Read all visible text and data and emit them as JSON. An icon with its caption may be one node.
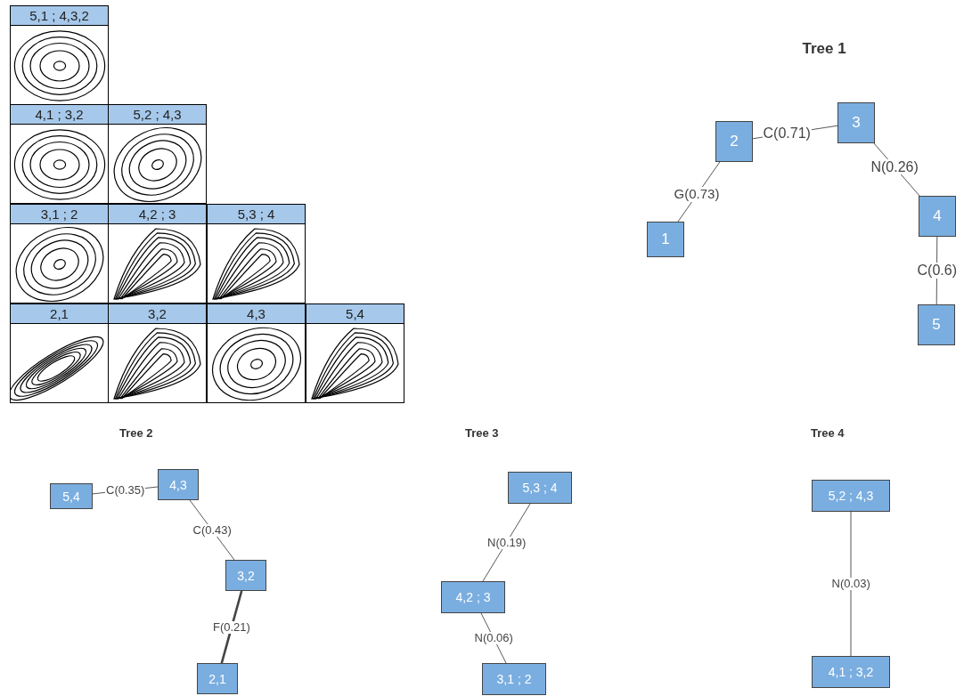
{
  "diagram": {
    "nodes": [
      {
        "text": [
          "5,1 ; 4,3,2"
        ]
      },
      {
        "text": [
          "4,1 ; 3,2"
        ]
      },
      {
        "text": [
          "5,2 ; 4,3"
        ]
      },
      {
        "text": [
          "3,1 ; 2"
        ]
      },
      {
        "text": [
          "4,2 ; 3"
        ]
      },
      {
        "text": [
          "5,3 ; 4"
        ]
      },
      {
        "text": [
          "2,1"
        ]
      },
      {
        "text": [
          "3,2"
        ]
      },
      {
        "text": [
          "4,3"
        ]
      },
      {
        "text": [
          "5,4"
        ]
      },
      {
        "text": [
          "1"
        ]
      },
      {
        "text": [
          "2"
        ]
      },
      {
        "text": [
          "3"
        ]
      },
      {
        "text": [
          "4"
        ]
      },
      {
        "text": [
          "5"
        ]
      },
      {
        "text": [
          "5,4"
        ]
      },
      {
        "text": [
          "4,3"
        ]
      },
      {
        "text": [
          "3,2"
        ]
      },
      {
        "text": [
          "2,1"
        ]
      },
      {
        "text": [
          "5,3 ; 4"
        ]
      },
      {
        "text": [
          "4,2 ; 3"
        ]
      },
      {
        "text": [
          "3,1 ; 2"
        ]
      },
      {
        "text": [
          "5,2 ; 4,3"
        ]
      },
      {
        "text": [
          "4,1 ; 3,2"
        ]
      }
    ],
    "edges": [
      {
        "from": 11,
        "to": 10,
        "arrow": "none",
        "label": "G(0.73)"
      },
      {
        "from": 11,
        "to": 12,
        "arrow": "none",
        "label": "C(0.71)"
      },
      {
        "from": 12,
        "to": 13,
        "arrow": "none",
        "label": "N(0.26)"
      },
      {
        "from": 13,
        "to": 14,
        "arrow": "none",
        "label": "C(0.6)"
      },
      {
        "from": 15,
        "to": 16,
        "arrow": "none",
        "label": "C(0.35)"
      },
      {
        "from": 16,
        "to": 17,
        "arrow": "none",
        "label": "C(0.43)"
      },
      {
        "from": 17,
        "to": 18,
        "arrow": "none",
        "label": "F(0.21)",
        "style": "thick"
      },
      {
        "from": 19,
        "to": 20,
        "arrow": "none",
        "label": "N(0.19)"
      },
      {
        "from": 20,
        "to": 21,
        "arrow": "none",
        "label": "N(0.06)"
      },
      {
        "from": 22,
        "to": 23,
        "arrow": "none",
        "label": "N(0.03)"
      }
    ],
    "labels": [
      "Tree 1",
      "Tree 2",
      "Tree 3",
      "Tree 4"
    ]
  }
}
